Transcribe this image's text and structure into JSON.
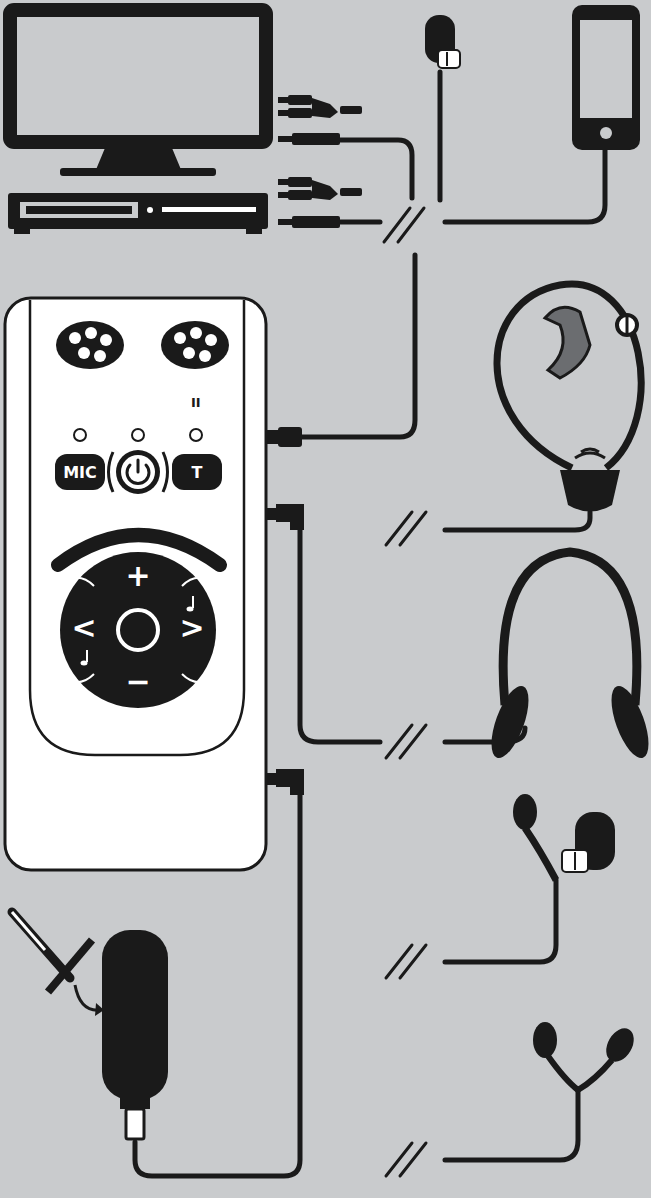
{
  "diagram": {
    "nodes": [
      {
        "text": [
          "MIC"
        ]
      },
      {
        "text": [
          "T"
        ]
      },
      {
        "text": [
          "+",
          "<",
          ">",
          "−"
        ]
      }
    ],
    "labels": [
      "II"
    ]
  }
}
